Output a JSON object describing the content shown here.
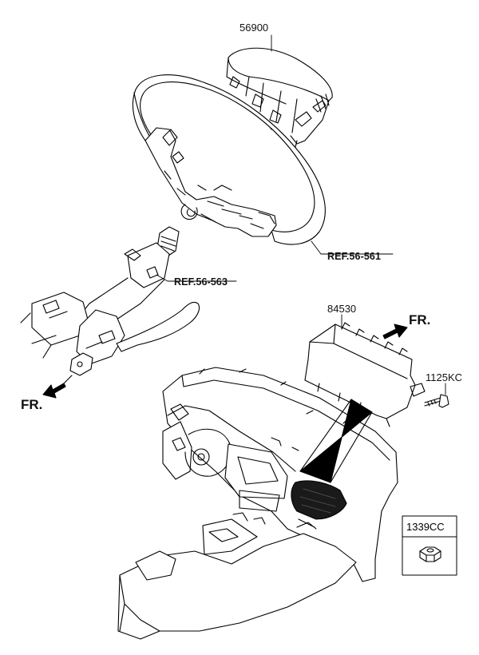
{
  "part_labels": {
    "airbag_steering": "56900",
    "airbag_passenger": "84530",
    "bolt": "1125KC",
    "nut_box": "1339CC"
  },
  "references": {
    "steering_wheel": "REF.56-561",
    "steering_column": "REF.56-563"
  },
  "direction_markers": {
    "front_right": "FR.",
    "front_left": "FR."
  }
}
